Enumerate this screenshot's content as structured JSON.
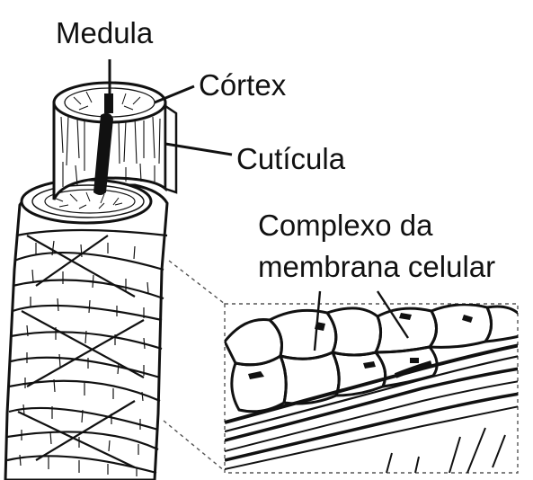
{
  "labels": {
    "medula": "Medula",
    "cortex": "Córtex",
    "cuticula": "Cutícula",
    "complexo_line1": "Complexo da",
    "complexo_line2": "membrana celular"
  },
  "colors": {
    "ink": "#111111",
    "paper": "#ffffff",
    "dashed": "#555555"
  }
}
